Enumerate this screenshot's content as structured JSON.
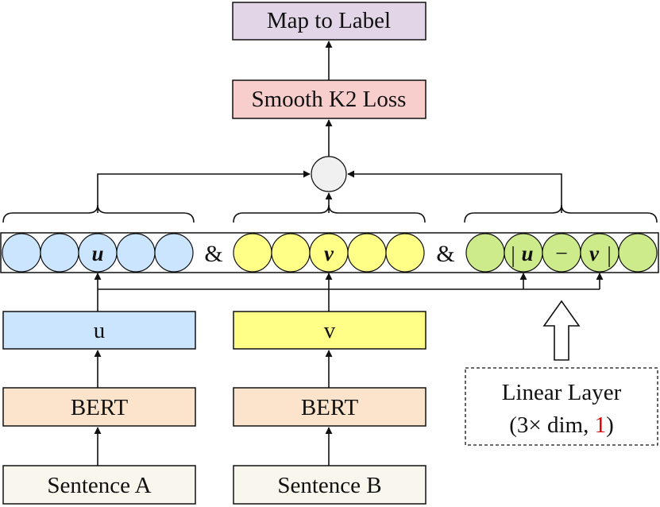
{
  "boxes": {
    "map_to_label": "Map to Label",
    "smooth_k2_loss": "Smooth K2 Loss",
    "u_box": "u",
    "v_box": "v",
    "bert_a": "BERT",
    "bert_b": "BERT",
    "sentence_a": "Sentence A",
    "sentence_b": "Sentence B"
  },
  "linear_layer": {
    "title": "Linear Layer",
    "open_paren": "(3×",
    "dim": "dim,",
    "one": "1",
    "close_paren": ")"
  },
  "concat": {
    "amp1": "&",
    "amp2": "&",
    "u_node": "u",
    "v_node": "v",
    "abs_bar_left": "|",
    "abs_u": "u",
    "abs_minus": "−",
    "abs_v": "v",
    "abs_bar_right": "|"
  },
  "colors": {
    "map_to_label_fill": "#e1d5e7",
    "loss_fill": "#f8cecc",
    "u_fill": "#cce5ff",
    "v_fill": "#ffff88",
    "diff_fill": "#cdeb8b",
    "bert_fill": "#fce4cc",
    "sentence_fill": "#f9f7ed",
    "combine_fill": "#f0f0f0",
    "highlight_red": "#e00000"
  }
}
